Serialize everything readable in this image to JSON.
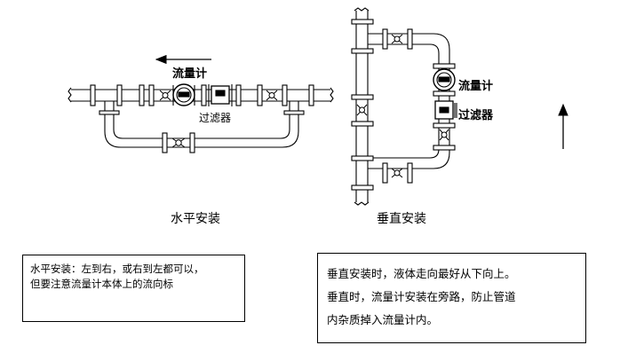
{
  "horizontal": {
    "caption": "水平安装",
    "flowmeter_label": "流量计",
    "filter_label": "过滤器"
  },
  "vertical": {
    "caption": "垂直安装",
    "flowmeter_label": "流量计",
    "filter_label": "过滤器"
  },
  "notes": {
    "horizontal": {
      "lines": [
        "水平安装：左到右，或右到左都可以，",
        "但要注意流量计本体上的流向标"
      ]
    },
    "vertical": {
      "lines": [
        "垂直安装时，液体走向最好从下向上。",
        "垂直时，流量计安装在旁路，防止管道",
        "内杂质掉入流量计内。"
      ]
    }
  },
  "colors": {
    "line": "#000000",
    "background": "#ffffff"
  },
  "icons": {
    "flow_arrow": "arrow-left-icon",
    "upward_arrow": "arrow-up-icon",
    "flowmeter": "flowmeter-icon",
    "filter": "filter-icon",
    "valve": "valve-icon"
  }
}
